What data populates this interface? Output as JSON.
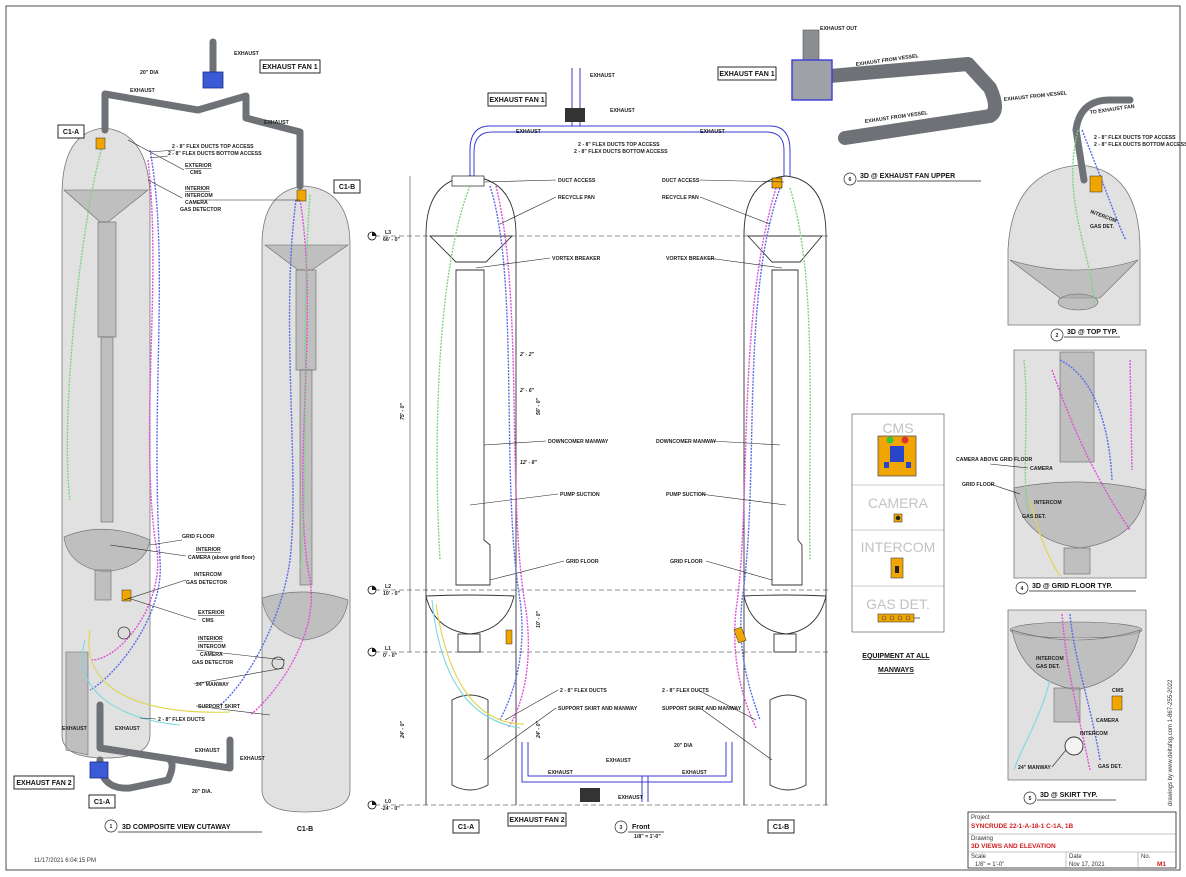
{
  "views": [
    {
      "number": "1",
      "title": "3D COMPOSITE VIEW CUTAWAY",
      "scale": ""
    },
    {
      "number": "3",
      "title": "Front",
      "scale": "1/8\" = 1'-0\""
    },
    {
      "number": "6",
      "title": "3D @ EXHAUST FAN UPPER",
      "scale": ""
    },
    {
      "number": "2",
      "title": "3D @ TOP TYP.",
      "scale": ""
    },
    {
      "number": "4",
      "title": "3D @ GRID FLOOR TYP.",
      "scale": ""
    },
    {
      "number": "5",
      "title": "3D @ SKIRT TYP.",
      "scale": ""
    }
  ],
  "tags": {
    "c1a": "C1-A",
    "c1b": "C1-B",
    "fan1": "EXHAUST FAN 1",
    "fan2": "EXHAUST FAN 2"
  },
  "labels": {
    "exhaust": "EXHAUST",
    "dia20": "20\" DIA",
    "dia20b": "20\" DIA.",
    "exhaust_out": "EXHAUST OUT",
    "exhaust_from_vessel": "EXHAUST FROM VESSEL",
    "to_exhaust_fan": "TO EXHAUST FAN",
    "flex_top": "2 - 8\" FLEX DUCTS TOP ACCESS",
    "flex_bottom": "2 - 8\" FLEX DUCTS BOTTOM ACCESS",
    "flex_ducts": "2 - 8\" FLEX DUCTS",
    "exterior": "EXTERIOR",
    "cms": "CMS",
    "interior": "INTERIOR",
    "intercom": "INTERCOM",
    "camera": "CAMERA",
    "gas_detector": "GAS DETECTOR",
    "grid_floor": "GRID FLOOR",
    "camera_above": "CAMERA (above grid floor)",
    "camera_above_caps": "CAMERA ABOVE GRID FLOOR",
    "manway24": "24\" MANWAY",
    "support_skirt": "SUPPORT SKIRT",
    "support_skirt_manway": "SUPPORT SKIRT AND MANWAY",
    "duct_access": "DUCT ACCESS",
    "recycle_pan": "RECYCLE PAN",
    "vortex_breaker": "VORTEX BREAKER",
    "downcomer_manway": "DOWNCOMER MANWAY",
    "pump_suction": "PUMP SUCTION",
    "gas_det_short": "GAS DET.",
    "intercom_short": "INTERCOM"
  },
  "levels": [
    {
      "tag": "L3",
      "elev": "66' - 0\""
    },
    {
      "tag": "L2",
      "elev": "10' - 0\""
    },
    {
      "tag": "L1",
      "elev": "0' - 0\""
    },
    {
      "tag": "L0",
      "elev": "-24' - 0\""
    }
  ],
  "dims": {
    "d1": "75' - 0\"",
    "d2": "56' - 0\"",
    "d3": "10' - 0\"",
    "d4": "24' - 0\"",
    "d5": "24' - 0\"",
    "w1": "2' - 2\"",
    "w2": "2' - 6\"",
    "w3": "12' - 8\""
  },
  "legend": {
    "items": [
      {
        "label": "CMS",
        "icon": "cms-panel-icon"
      },
      {
        "label": "CAMERA",
        "icon": "camera-icon"
      },
      {
        "label": "INTERCOM",
        "icon": "intercom-icon"
      },
      {
        "label": "GAS DET.",
        "icon": "gas-detector-icon"
      }
    ],
    "caption_line1": "EQUIPMENT AT ALL",
    "caption_line2": "MANWAYS"
  },
  "title_block": {
    "project_label": "Project",
    "project": "SYNCRUDE 22-1-A-18-1 C-1A, 1B",
    "drawing_label": "Drawing",
    "drawing": "3D VIEWS AND ELEVATION",
    "scale_label": "Scale",
    "scale": "1/8\" = 1'-0\"",
    "date_label": "Date",
    "date": "Nov 17, 2021",
    "sheet_label": "No.",
    "sheet": "M1",
    "side_text": "drawings by www.deltafsg.com  1-867-255-2022"
  },
  "timestamp": "11/17/2021 6:04:15 PM",
  "colors": {
    "duct": "#3b3bd6",
    "cable_green": "#7fd37f",
    "cable_blue": "#5b6be6",
    "cable_magenta": "#e04fd6",
    "red": "#d21c1c",
    "vessel": "#c9c9c9"
  }
}
